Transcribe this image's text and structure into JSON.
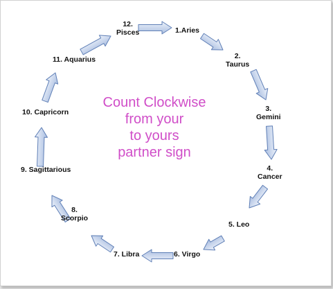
{
  "colors": {
    "arrow_fill_light": "#eef3fb",
    "arrow_fill_dark": "#a9bde0",
    "arrow_stroke": "#5f7fb6",
    "text_accent": "#d04ec8"
  },
  "signs": [
    {
      "line1": "12.",
      "line2": "Pisces"
    },
    {
      "line1": "1.Aries",
      "line2": ""
    },
    {
      "line1": "2.",
      "line2": "Taurus"
    },
    {
      "line1": "3.",
      "line2": "Gemini"
    },
    {
      "line1": "4.",
      "line2": "Cancer"
    },
    {
      "line1": "5. Leo",
      "line2": ""
    },
    {
      "line1": "6. Virgo",
      "line2": ""
    },
    {
      "line1": "7. Libra",
      "line2": ""
    },
    {
      "line1": "8.",
      "line2": "Scorpio"
    },
    {
      "line1": "9. Sagittarious",
      "line2": ""
    },
    {
      "line1": "10. Capricorn",
      "line2": ""
    },
    {
      "line1": "11. Aquarius",
      "line2": ""
    }
  ],
  "center_text": [
    "Count Clockwise",
    "from your",
    "to yours",
    "partner sign"
  ],
  "arrows": [
    {
      "name": "arrow-pisces-to-aries"
    },
    {
      "name": "arrow-aries-to-taurus"
    },
    {
      "name": "arrow-taurus-to-gemini"
    },
    {
      "name": "arrow-gemini-to-cancer"
    },
    {
      "name": "arrow-cancer-to-leo"
    },
    {
      "name": "arrow-leo-to-virgo"
    },
    {
      "name": "arrow-virgo-to-libra"
    },
    {
      "name": "arrow-libra-to-scorpio"
    },
    {
      "name": "arrow-scorpio-to-sagittarius"
    },
    {
      "name": "arrow-sagittarius-to-capricorn"
    },
    {
      "name": "arrow-capricorn-to-aquarius"
    },
    {
      "name": "arrow-aquarius-to-pisces"
    }
  ]
}
